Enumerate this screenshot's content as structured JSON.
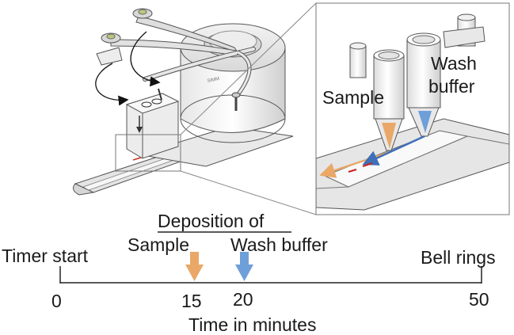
{
  "callout": {
    "sample_label": "Sample",
    "wash_label_line1": "Wash",
    "wash_label_line2": "buffer"
  },
  "timeline": {
    "heading": "Deposition of",
    "sample_label": "Sample",
    "wash_label": "Wash buffer",
    "start_label": "Timer start",
    "end_label": "Bell rings",
    "axis_title": "Time in minutes",
    "ticks": [
      "0",
      "15",
      "20",
      "50"
    ],
    "range": [
      0,
      50
    ],
    "events": [
      {
        "name": "Sample",
        "minute": 15,
        "color": "#e9a867"
      },
      {
        "name": "Wash buffer",
        "minute": 20,
        "color": "#6f9fd8"
      }
    ]
  },
  "colors": {
    "sample_orange": "#e9a867",
    "wash_blue": "#6f9fd8",
    "outline": "#555555"
  }
}
